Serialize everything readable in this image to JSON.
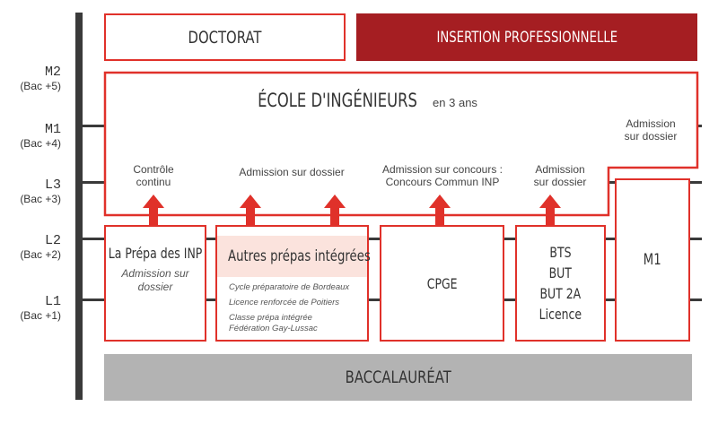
{
  "levels": [
    {
      "code": "M2",
      "bac": "(Bac +5)"
    },
    {
      "code": "M1",
      "bac": "(Bac +4)"
    },
    {
      "code": "L3",
      "bac": "(Bac +3)"
    },
    {
      "code": "L2",
      "bac": "(Bac +2)"
    },
    {
      "code": "L1",
      "bac": "(Bac +1)"
    }
  ],
  "doctorat": "DOCTORAT",
  "insertion": "INSERTION PROFESSIONNELLE",
  "ecole": {
    "title": "ÉCOLE D'INGÉNIEURS",
    "suffix": "en 3 ans"
  },
  "admissions": {
    "controle": [
      "Contrôle",
      "continu"
    ],
    "dossier_autres": "Admission sur dossier",
    "concours": [
      "Admission sur concours :",
      "Concours Commun INP"
    ],
    "dossier_bts": [
      "Admission",
      "sur dossier"
    ],
    "dossier_m1": [
      "Admission",
      "sur dossier"
    ]
  },
  "prepa_inp": {
    "title": "La Prépa des INP",
    "sub": [
      "Admission sur",
      "dossier"
    ]
  },
  "autres": {
    "title": "Autres prépas intégrées",
    "items": [
      "Cycle préparatoire de Bordeaux",
      "Licence renforcée de Poitiers",
      "Classe prépa intégrée",
      "Fédération Gay-Lussac"
    ]
  },
  "cpge": "CPGE",
  "bts": [
    "BTS",
    "BUT",
    "BUT 2A",
    "Licence"
  ],
  "m1": "M1",
  "bac": "BACCALAURÉAT",
  "colors": {
    "red": "#e0312a",
    "dark_red": "#a51e22",
    "grey": "#b3b3b3",
    "pink": "#fbe3dd"
  }
}
